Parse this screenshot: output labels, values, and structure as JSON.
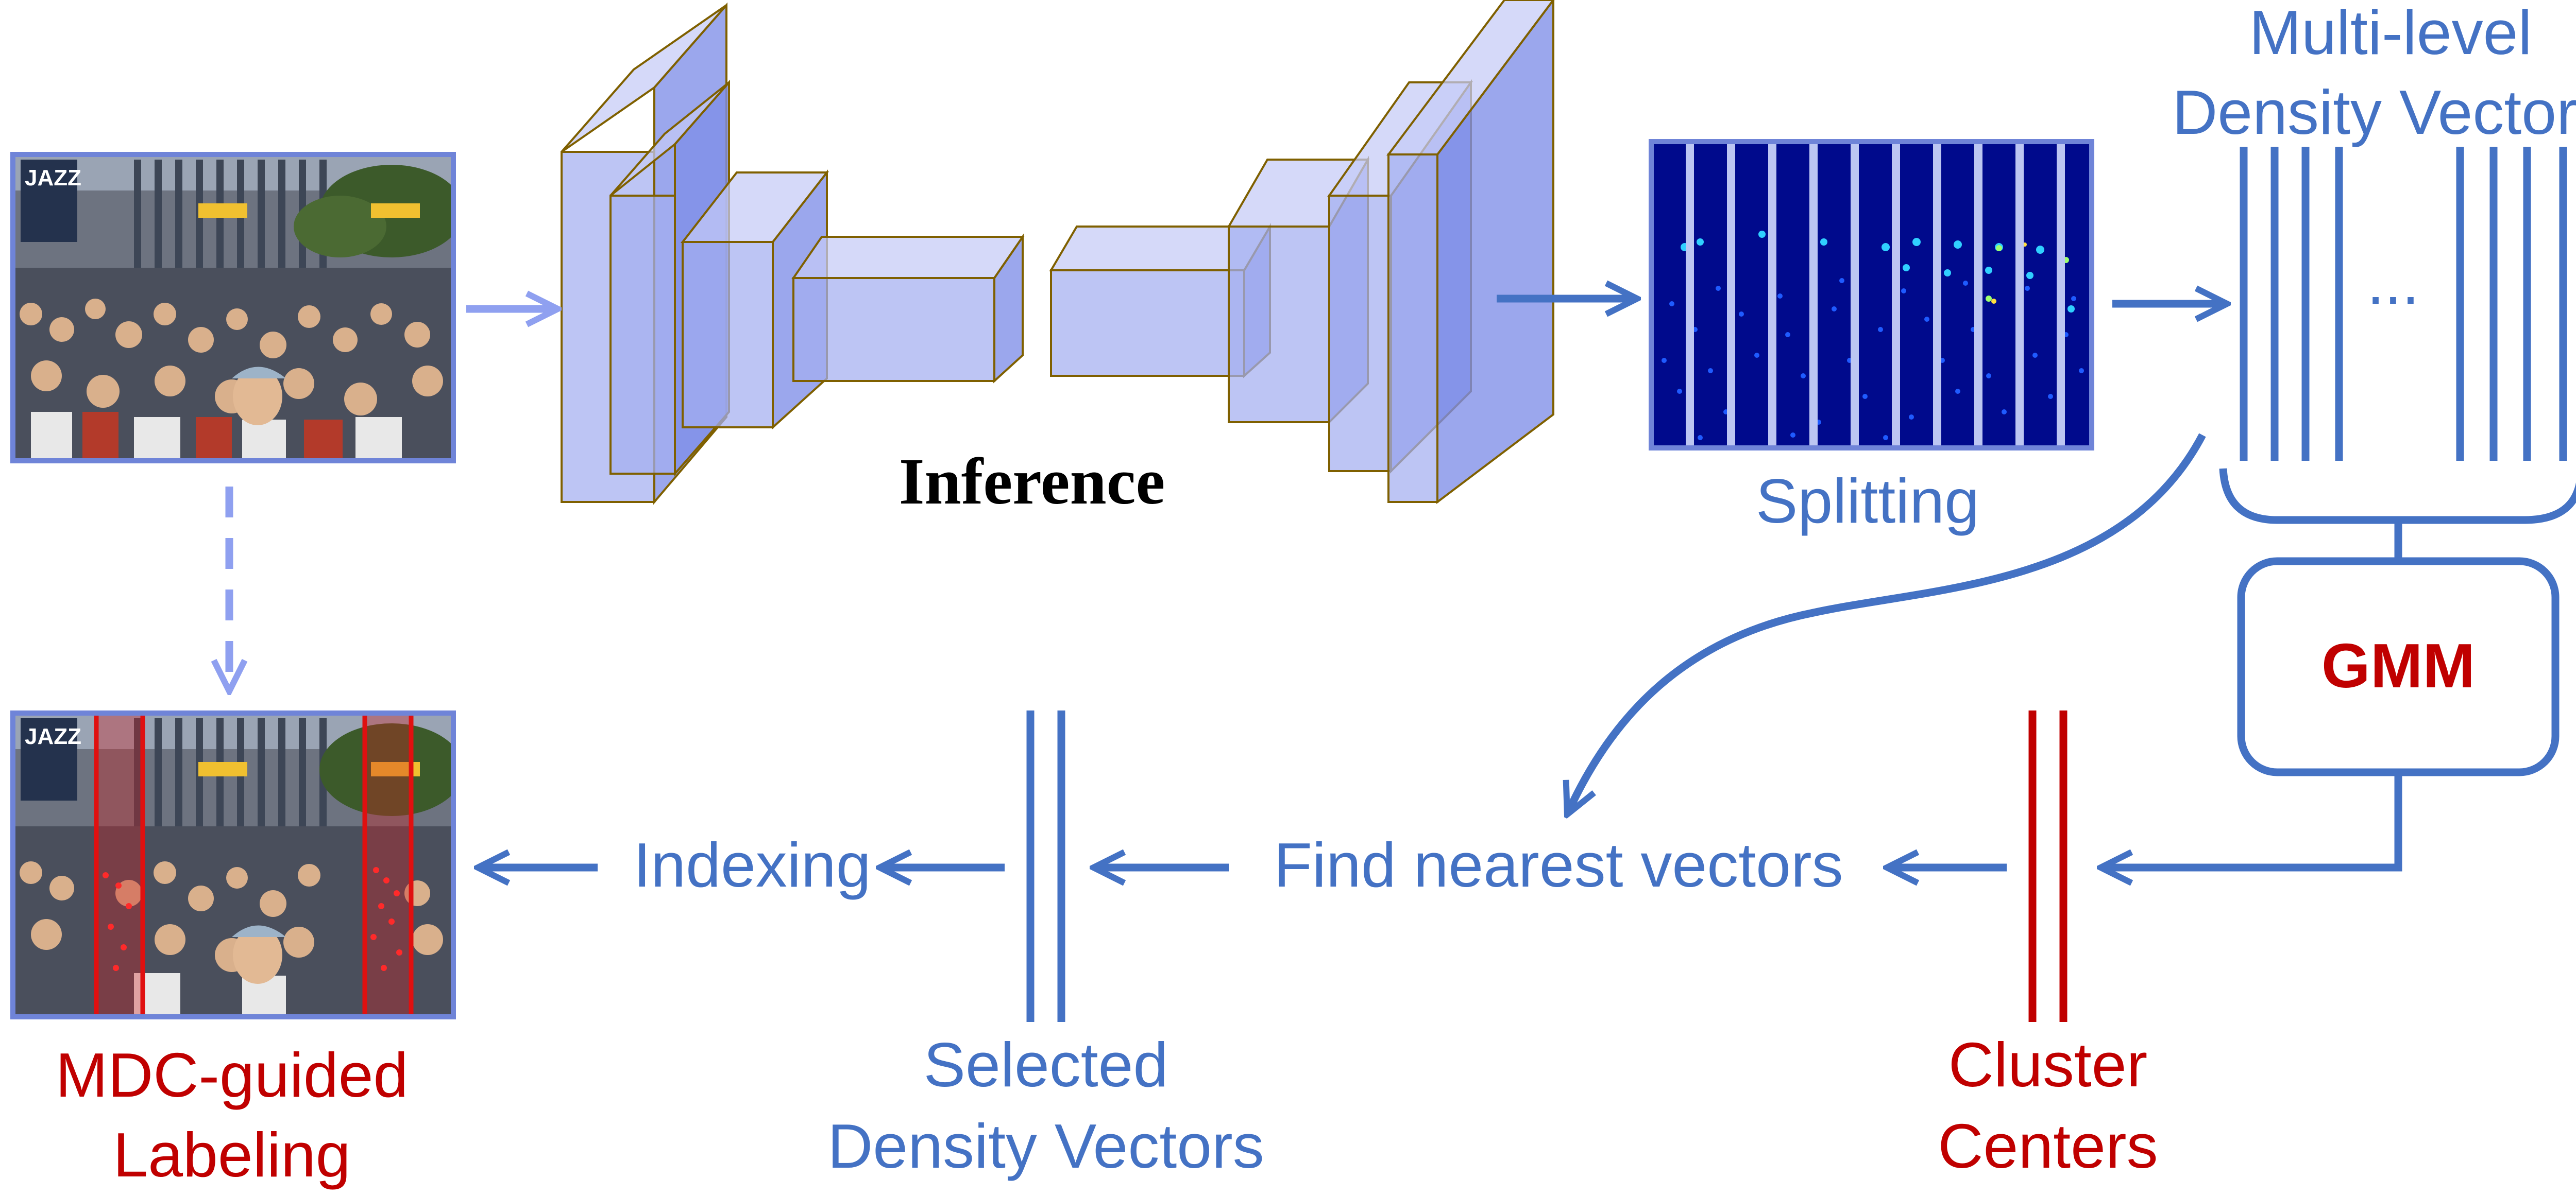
{
  "labels": {
    "inference": "Inference",
    "splitting": "Splitting",
    "multilevel_line1": "Multi-level",
    "multilevel_line2": "Density Vectors",
    "ellipsis": "...",
    "gmm": "GMM",
    "find_nearest": "Find nearest vectors",
    "indexing": "Indexing",
    "selected_line1": "Selected",
    "selected_line2": "Density Vectors",
    "cluster_line1": "Cluster",
    "cluster_line2": "Centers",
    "mdc_line1": "MDC-guided",
    "mdc_line2": "Labeling"
  },
  "photo_text": {
    "banner": "JAZZ"
  },
  "colors": {
    "blue": "#4472c4",
    "light_blue": "#8fa0f0",
    "red": "#c00000",
    "density_bg": "#000a8c"
  }
}
